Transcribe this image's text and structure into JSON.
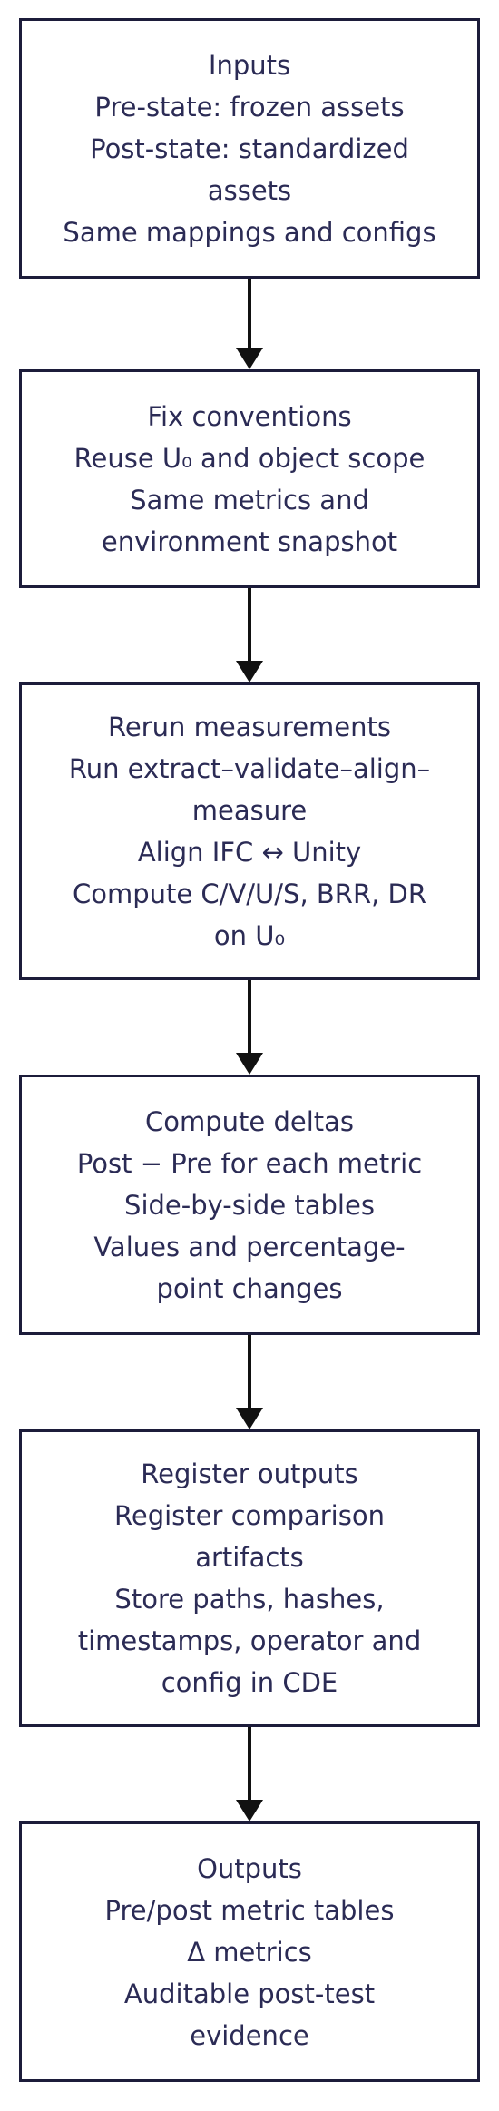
{
  "nodes": [
    {
      "id": "inputs",
      "lines": [
        "Inputs",
        "Pre-state: frozen assets",
        "Post-state: standardized",
        "assets",
        "Same mappings and configs"
      ]
    },
    {
      "id": "fix-conventions",
      "lines": [
        "Fix conventions",
        "Reuse U₀ and object scope",
        "Same metrics and",
        "environment snapshot"
      ]
    },
    {
      "id": "rerun-measurements",
      "lines": [
        "Rerun measurements",
        "Run extract–validate–align–",
        "measure",
        "Align IFC ↔ Unity",
        "Compute C/V/U/S, BRR, DR",
        "on U₀"
      ]
    },
    {
      "id": "compute-deltas",
      "lines": [
        "Compute deltas",
        "Post − Pre for each metric",
        "Side-by-side tables",
        "Values and percentage-",
        "point changes"
      ]
    },
    {
      "id": "register-outputs",
      "lines": [
        "Register outputs",
        "Register comparison",
        "artifacts",
        "Store paths, hashes,",
        "timestamps, operator and",
        "config in CDE"
      ]
    },
    {
      "id": "outputs",
      "lines": [
        "Outputs",
        "Pre/post metric tables",
        "Δ metrics",
        "Auditable post-test",
        "evidence"
      ]
    }
  ],
  "colors": {
    "border": "#1c1c3a",
    "text": "#2b2b55",
    "arrow": "#111111"
  }
}
